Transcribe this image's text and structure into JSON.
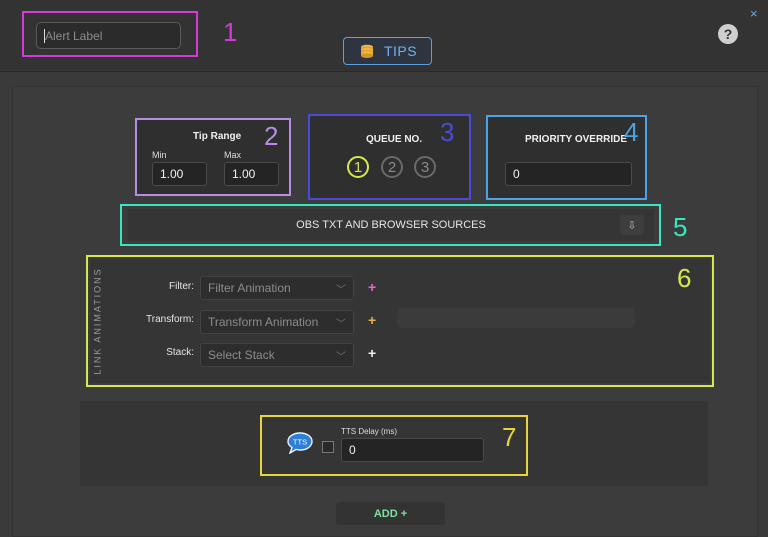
{
  "header": {
    "alert_label_placeholder": "Alert Label",
    "tips_button_label": "TIPS",
    "help_icon": "?",
    "close_icon": "×"
  },
  "annotations": [
    "1",
    "2",
    "3",
    "4",
    "5",
    "6",
    "7"
  ],
  "colors": {
    "annot_1": "#d63ad6",
    "annot_2": "#b58ce6",
    "annot_3": "#4a4ad6",
    "annot_4": "#4aa3e6",
    "annot_5": "#3ae6c0",
    "annot_6": "#d6e84a",
    "annot_7": "#e6d63a",
    "accent_blue": "#6fb2f2",
    "active_queue": "#d6e84a",
    "add_green": "#7fe0a0"
  },
  "tip_range": {
    "title": "Tip Range",
    "min_label": "Min",
    "max_label": "Max",
    "min_value": "1.00",
    "max_value": "1.00"
  },
  "queue": {
    "title": "QUEUE NO.",
    "options": [
      "1",
      "2",
      "3"
    ],
    "selected": "1"
  },
  "priority_override": {
    "title": "PRIORITY OVERRIDE",
    "value": "0"
  },
  "obs_sources": {
    "label": "OBS TXT AND BROWSER SOURCES",
    "toggle_icon": "⇩"
  },
  "link_animations": {
    "heading": "LINK ANIMATIONS",
    "rows": [
      {
        "label": "Filter:",
        "placeholder": "Filter Animation",
        "plus": "+",
        "plus_color": "#e06ad6"
      },
      {
        "label": "Transform:",
        "placeholder": "Transform Animation",
        "plus": "+",
        "plus_color": "#e6b04a"
      },
      {
        "label": "Stack:",
        "placeholder": "Select Stack",
        "plus": "+",
        "plus_color": "#f0f0f0"
      }
    ]
  },
  "tts": {
    "badge": "TTS",
    "delay_label": "TTS Delay (ms)",
    "delay_value": "0"
  },
  "add_button_label": "ADD +"
}
